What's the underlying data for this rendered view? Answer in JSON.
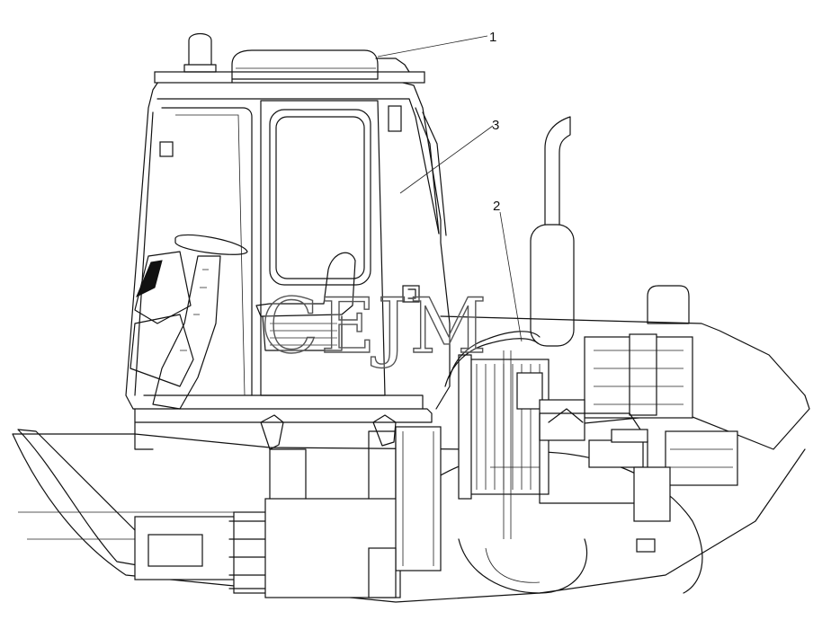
{
  "diagram": {
    "callouts": [
      {
        "id": "callout-1",
        "label": "1"
      },
      {
        "id": "callout-2",
        "label": "2"
      },
      {
        "id": "callout-3",
        "label": "3"
      }
    ],
    "watermark": "CEJM"
  },
  "colors": {
    "line": "#111111",
    "background": "#ffffff",
    "watermark_outline": "#555555"
  }
}
